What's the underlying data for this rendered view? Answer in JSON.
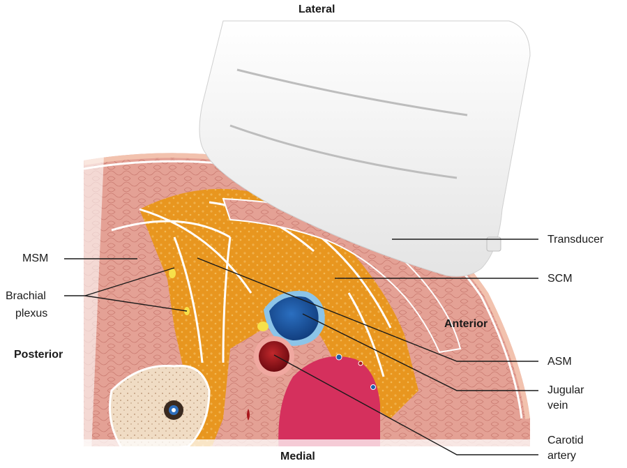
{
  "orientation": {
    "top": "Lateral",
    "bottom": "Medial",
    "left": "Posterior",
    "right": "Anterior"
  },
  "labels": {
    "transducer": "Transducer",
    "scm": "SCM",
    "asm": "ASM",
    "jugular_vein": [
      "Jugular",
      "vein"
    ],
    "carotid_artery": [
      "Carotid",
      "artery"
    ],
    "msm": "MSM",
    "brachial_plexus": [
      "Brachial",
      "plexus"
    ]
  },
  "colors": {
    "muscle": "#e8a79b",
    "fat": "#e8961f",
    "skin": "#f2c2ae",
    "vein": "#1f5ea8",
    "artery": "#a8161c",
    "nerve": "#f7e04a",
    "transducer": "#f1f1f1"
  }
}
